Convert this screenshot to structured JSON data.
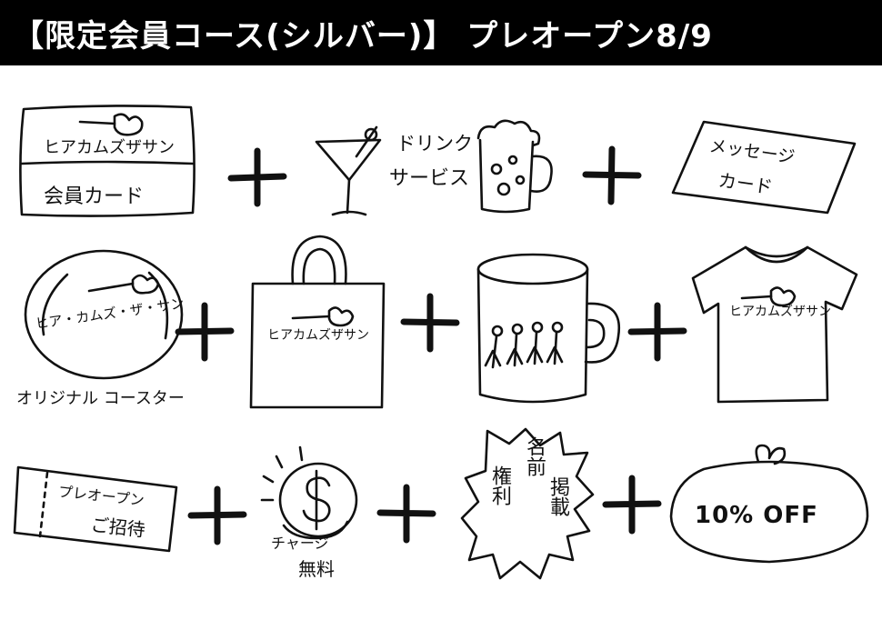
{
  "header": {
    "title": "【限定会員コース(シルバー)】 プレオープン8/9"
  },
  "items": {
    "member_card": {
      "brand": "ヒアカムズザサン",
      "label": "会員カード"
    },
    "drink": {
      "label_line1": "ドリンク",
      "label_line2": "サービス"
    },
    "message_card": {
      "label_line1": "メッセージ",
      "label_line2": "カード"
    },
    "coaster": {
      "brand": "ヒア・カムズ・ザ・サン",
      "label": "オリジナル コースター"
    },
    "tote_bag": {
      "brand": "ヒアカムズザサン"
    },
    "mug": {},
    "tshirt": {
      "brand": "ヒアカムズザサン"
    },
    "preopen": {
      "label_line1": "プレオープン",
      "label_line2": "ご招待"
    },
    "charge": {
      "label_line1": "チャージ",
      "label_line2": "無料"
    },
    "name_listing": {
      "col1": "権利",
      "col2": "名前",
      "col3": "掲載"
    },
    "discount": {
      "label": "10% OFF"
    }
  },
  "plus_symbol": "+"
}
